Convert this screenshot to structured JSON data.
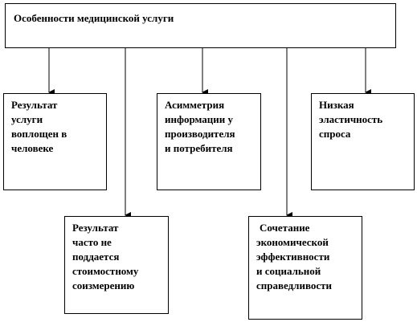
{
  "diagram": {
    "root": {
      "label": "Особенности медицинской услуги"
    },
    "nodes": [
      {
        "id": "b1",
        "lines": [
          "Результат",
          "услуги",
          "воплощен в",
          "человеке"
        ]
      },
      {
        "id": "b2",
        "lines": [
          "Асимметрия",
          "информации у",
          "производителя",
          "и потребителя"
        ]
      },
      {
        "id": "b3",
        "lines": [
          "Низкая",
          "эластичность",
          "спроса"
        ]
      },
      {
        "id": "b4",
        "lines": [
          "Результат",
          "часто не",
          "поддается",
          "стоимостному",
          "соизмерению"
        ]
      },
      {
        "id": "b5",
        "lines": [
          "Сочетание",
          "экономической",
          "эффективности",
          "и социальной",
          "справедливости"
        ]
      }
    ],
    "edges": [
      {
        "from": "root",
        "to": "b1"
      },
      {
        "from": "root",
        "to": "b4"
      },
      {
        "from": "root",
        "to": "b2"
      },
      {
        "from": "root",
        "to": "b5"
      },
      {
        "from": "root",
        "to": "b3"
      }
    ],
    "colors": {
      "stroke": "#000000",
      "fill": "#ffffff"
    }
  }
}
